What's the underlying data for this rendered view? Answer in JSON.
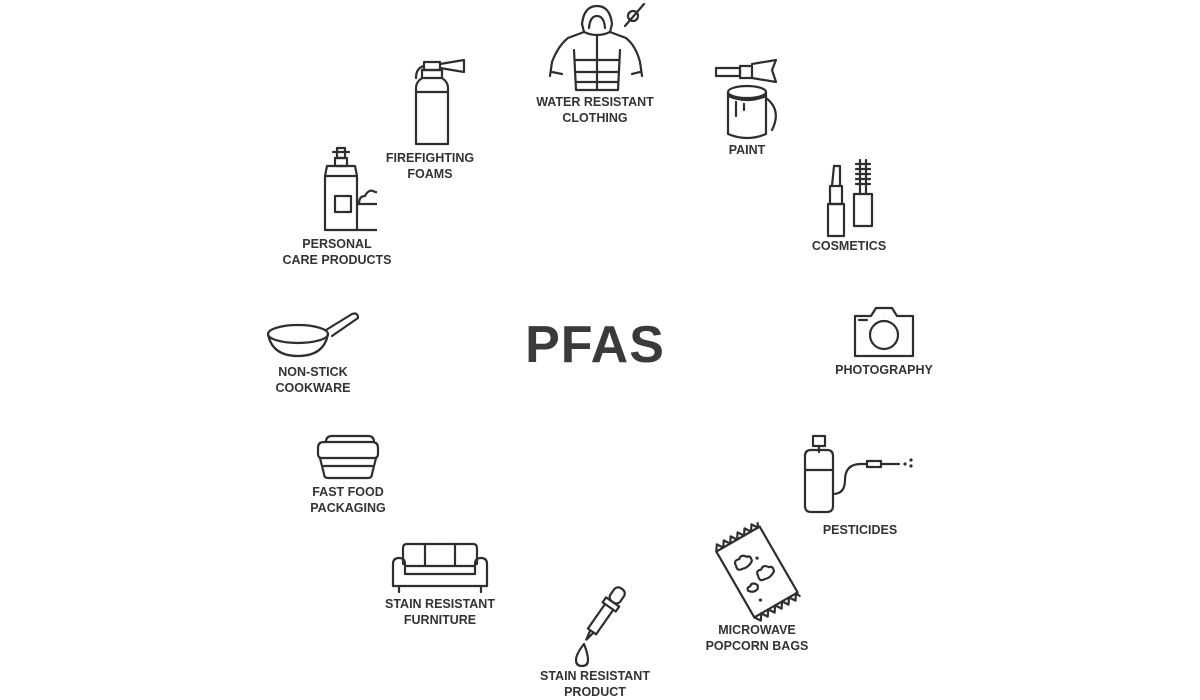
{
  "title": "PFAS",
  "items": {
    "water": {
      "line1": "WATER RESISTANT",
      "line2": "CLOTHING",
      "icon": "jacket-icon"
    },
    "paint": {
      "line1": "PAINT",
      "icon": "paint-can-icon"
    },
    "cosmetics": {
      "line1": "COSMETICS",
      "icon": "cosmetics-icon"
    },
    "photography": {
      "line1": "PHOTOGRAPHY",
      "icon": "camera-icon"
    },
    "pesticides": {
      "line1": "PESTICIDES",
      "icon": "sprayer-icon"
    },
    "popcorn": {
      "line1": "MICROWAVE",
      "line2": "POPCORN BAGS",
      "icon": "popcorn-bag-icon"
    },
    "stain_product": {
      "line1": "STAIN RESISTANT",
      "line2": "PRODUCT",
      "icon": "dropper-icon"
    },
    "furniture": {
      "line1": "STAIN RESISTANT",
      "line2": "FURNITURE",
      "icon": "sofa-icon"
    },
    "fastfood": {
      "line1": "FAST FOOD",
      "line2": "PACKAGING",
      "icon": "food-box-icon"
    },
    "cookware": {
      "line1": "NON-STICK",
      "line2": "COOKWARE",
      "icon": "frying-pan-icon"
    },
    "personal": {
      "line1": "PERSONAL",
      "line2": "CARE PRODUCTS",
      "icon": "lotion-bottle-icon"
    },
    "firefighting": {
      "line1": "FIREFIGHTING",
      "line2": "FOAMS",
      "icon": "fire-extinguisher-icon"
    }
  }
}
